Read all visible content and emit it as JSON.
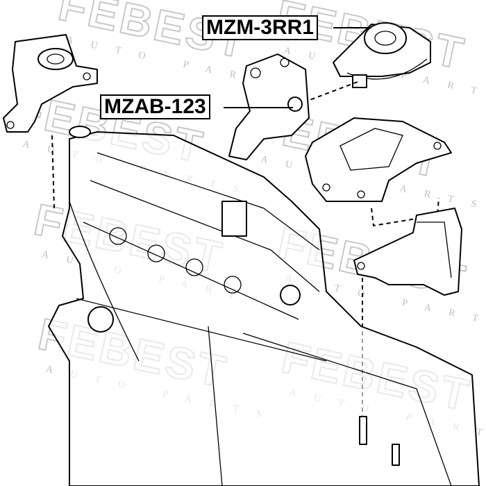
{
  "watermark": {
    "brand": "FEBEST",
    "tagline": "AUTO PARTS"
  },
  "labels": {
    "part_1": "MZM-3RR1",
    "part_2": "MZAB-123"
  }
}
